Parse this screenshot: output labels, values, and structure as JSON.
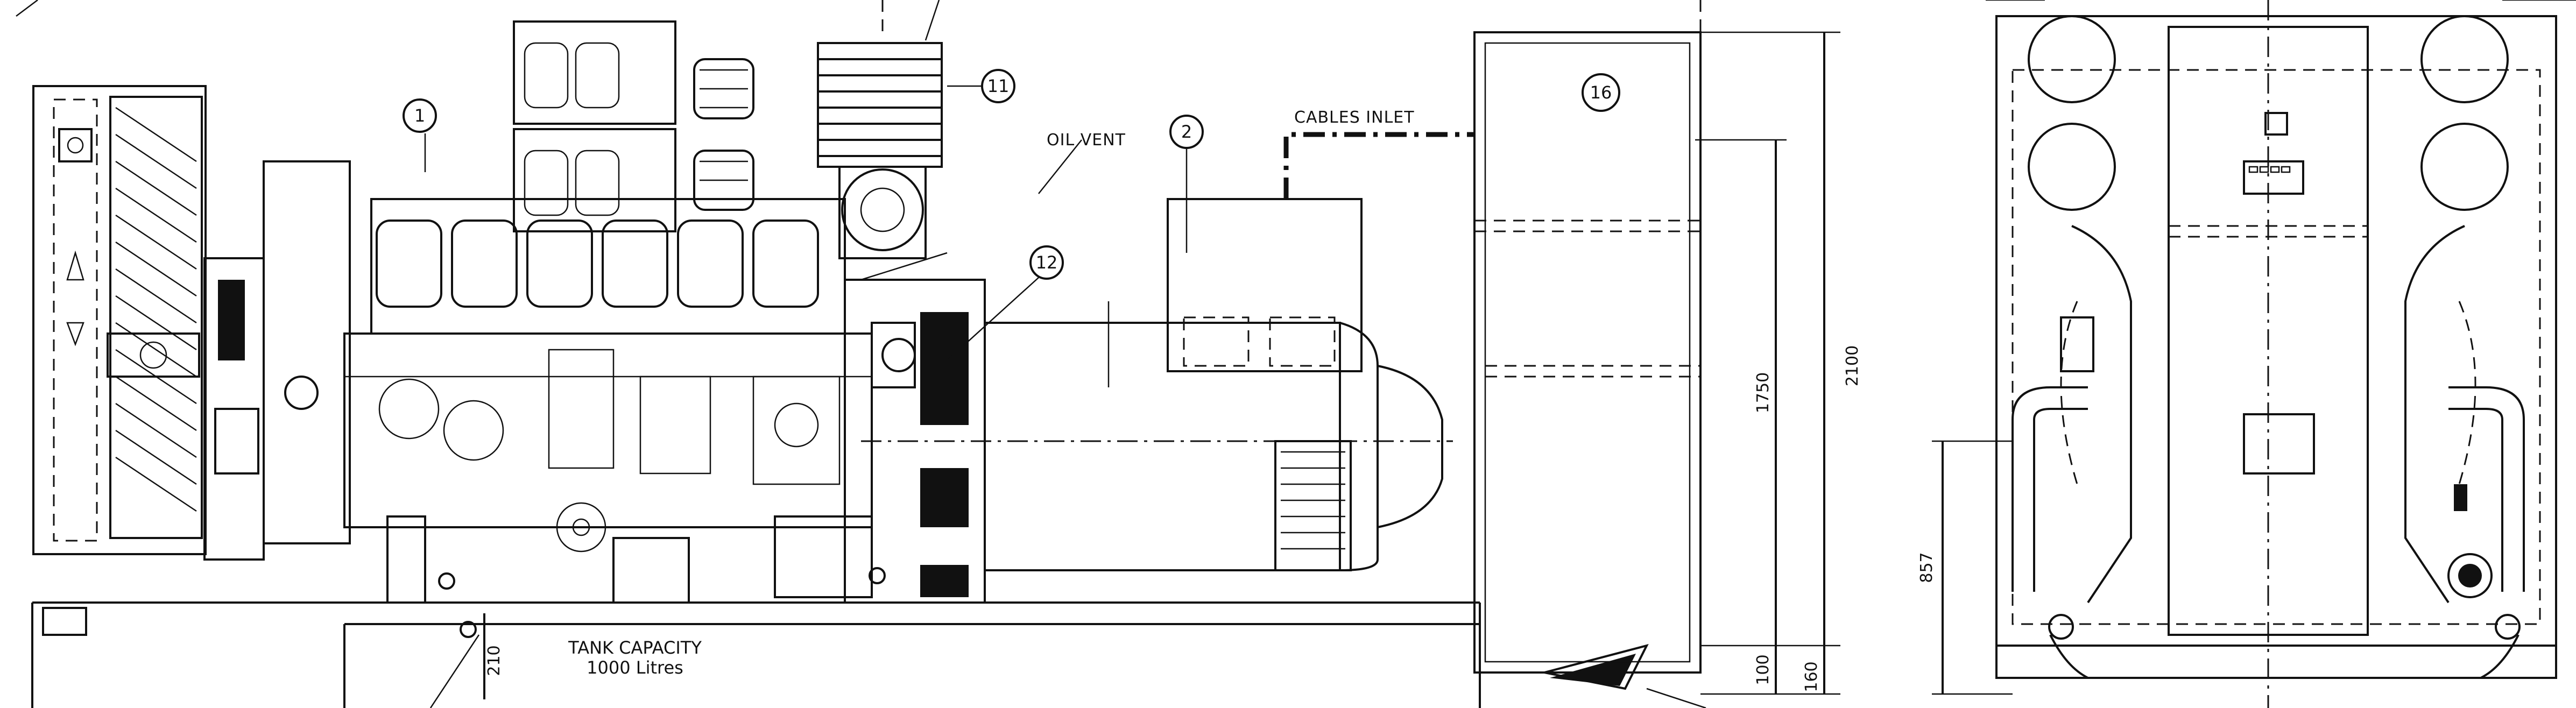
{
  "callouts": {
    "c1": "1",
    "c2": "2",
    "c11": "11",
    "c12": "12",
    "c16": "16"
  },
  "labels": {
    "oil_vent": "OIL VENT",
    "cables_inlet": "CABLES INLET",
    "tank_capacity": "TANK CAPACITY",
    "tank_volume": "1000 Litres"
  },
  "dimensions": {
    "d2100": "2100",
    "d1750": "1750",
    "d100": "100",
    "d160": "160",
    "d210": "210",
    "d857": "857"
  }
}
